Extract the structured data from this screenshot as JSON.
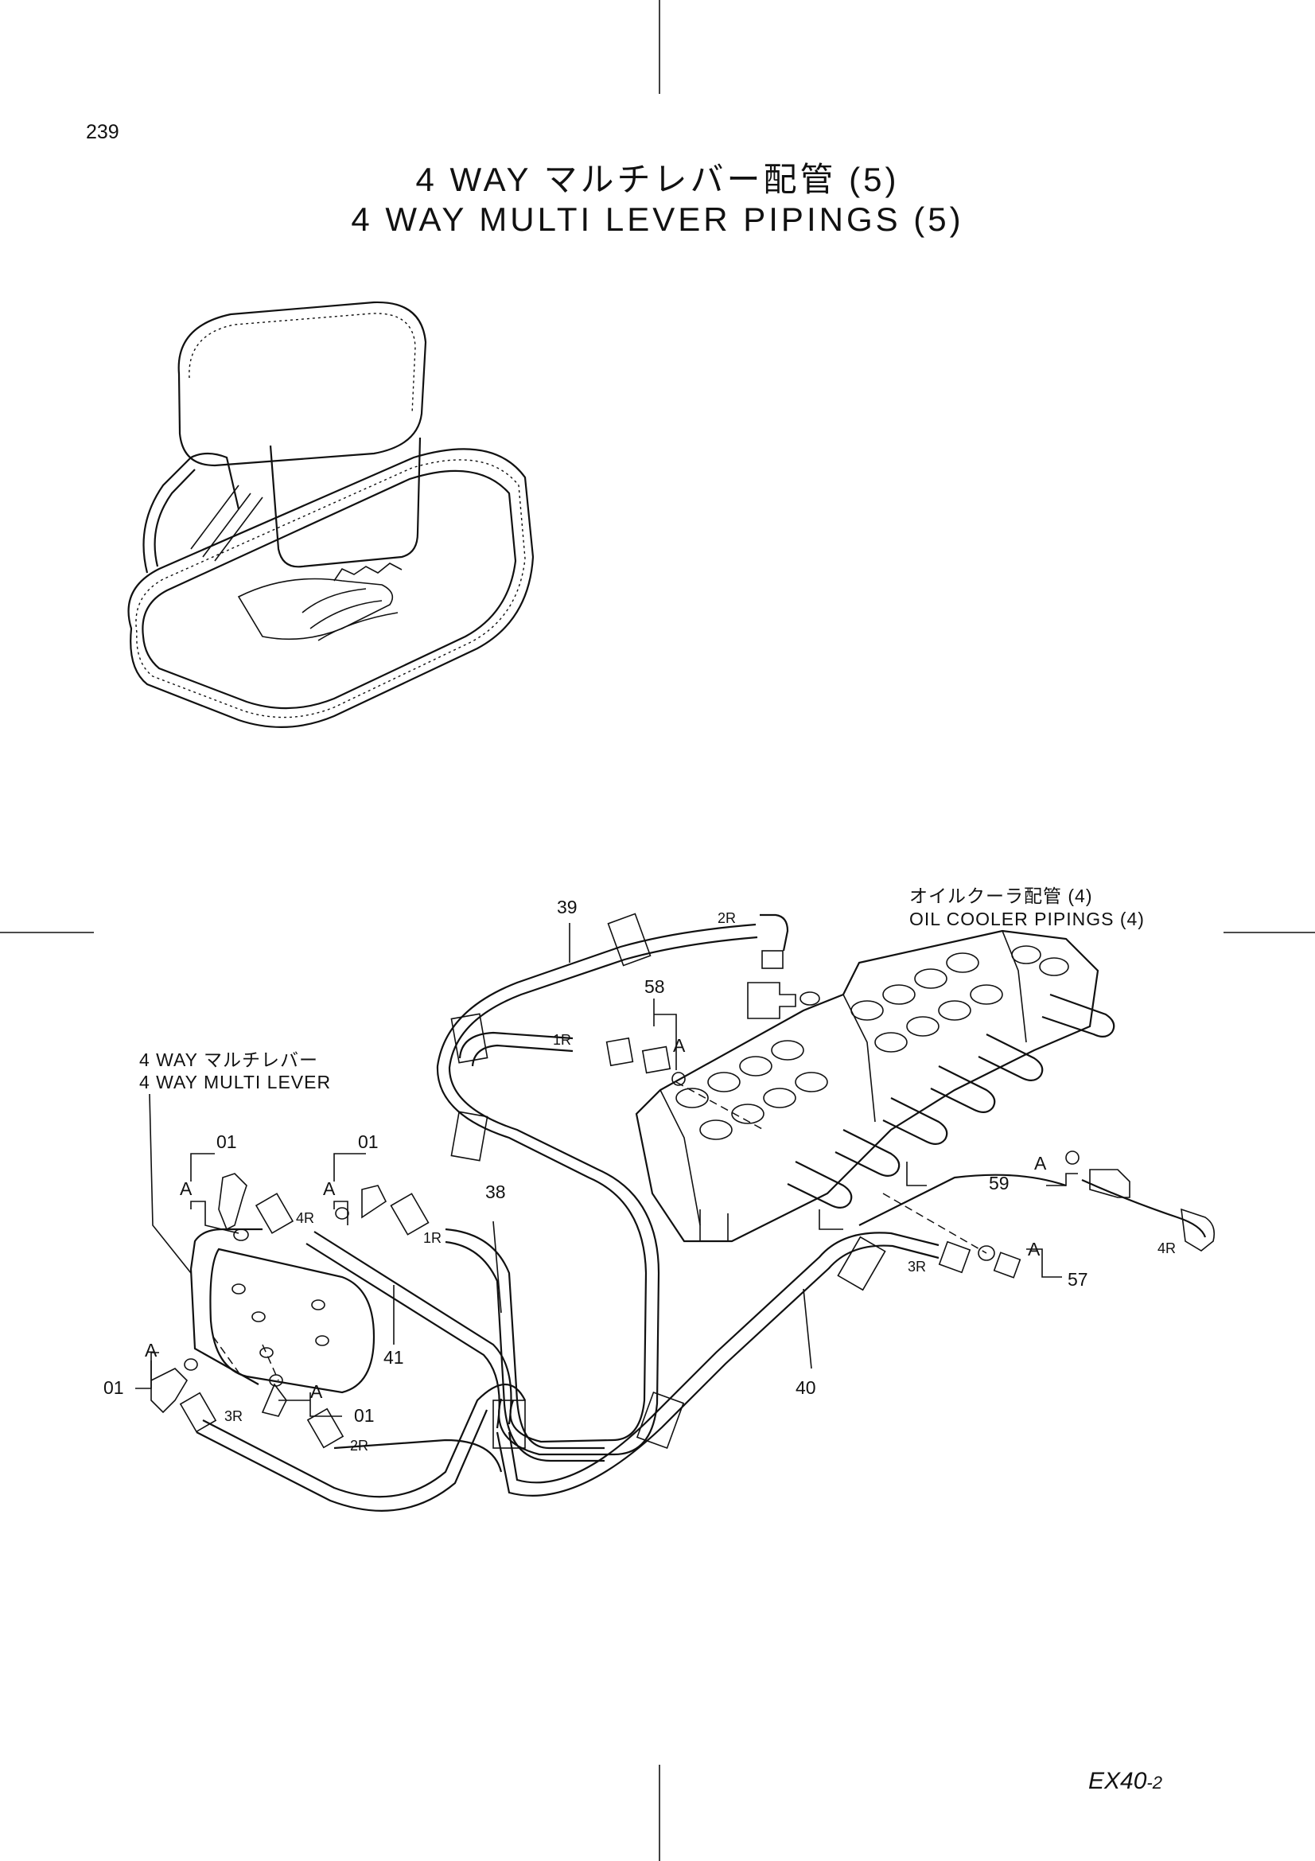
{
  "page_number": "239",
  "title_jp": "4 WAY マルチレバー配管 (5)",
  "title_en": "4 WAY MULTI LEVER PIPINGS (5)",
  "labels": {
    "oil_cooler_jp": "オイルクーラ配管 (4)",
    "oil_cooler_en": "OIL COOLER PIPINGS (4)",
    "multi_lever_jp": "4 WAY マルチレバー",
    "multi_lever_en": "4 WAY MULTI LEVER"
  },
  "callouts": {
    "p39": "39",
    "p38": "38",
    "p40": "40",
    "p41": "41",
    "p57": "57",
    "p58": "58",
    "p59": "59",
    "p01": "01",
    "a": "A"
  },
  "ports": {
    "r1": "1R",
    "r2": "2R",
    "r3": "3R",
    "r4": "4R"
  },
  "footer_model": "EX40",
  "footer_suffix": "-2"
}
